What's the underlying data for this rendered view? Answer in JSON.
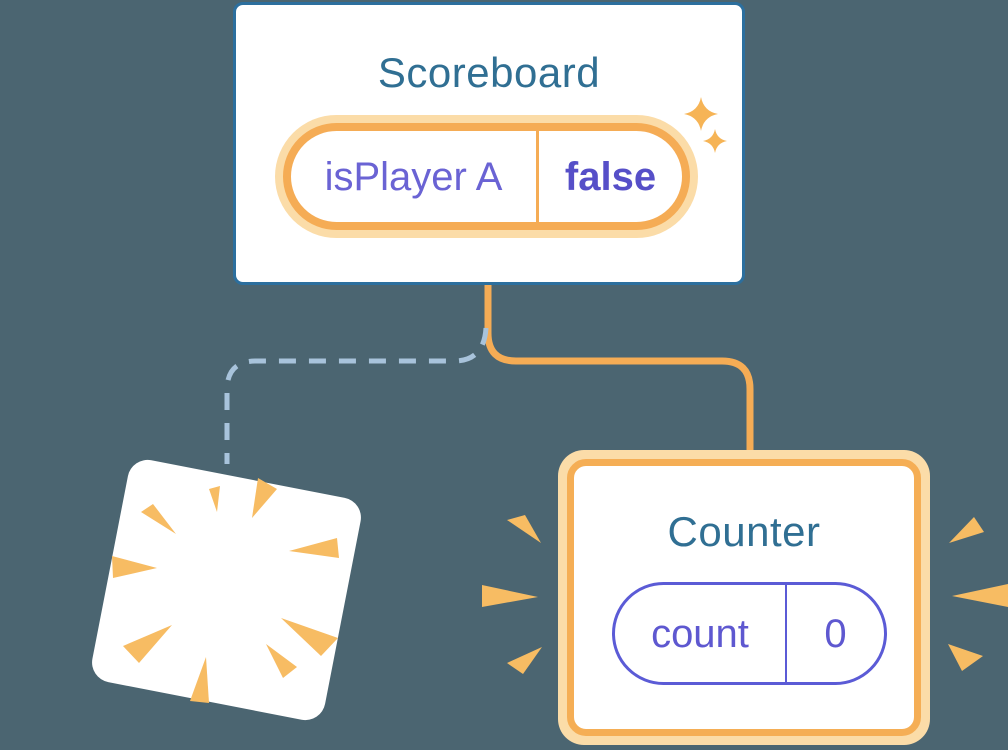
{
  "background_color": "#4B6571",
  "colors": {
    "node_border_blue": "#2C6F9E",
    "title_blue": "#306F93",
    "state_key_purple": "#6A63D4",
    "state_value_purple": "#564FC8",
    "counter_pill_purple": "#5B5BD6",
    "highlight_orange": "#F5AC55",
    "highlight_orange_light": "#FBDCA8",
    "ray_orange": "#F7BC63",
    "sparkle_orange": "#F6B456",
    "dashed_line_blue": "#A8C3DB",
    "card_white": "#FFFFFF"
  },
  "scoreboard_node": {
    "title": "Scoreboard",
    "state_pill": {
      "name": "isPlayer A",
      "value": "false"
    }
  },
  "counter_node": {
    "title": "Counter",
    "state_pill": {
      "name": "count",
      "value": "0"
    }
  },
  "icons": {
    "sparkles": "sparkle-icon",
    "poof": "poof-burst-icon",
    "emphasis_left": "emphasis-rays-left-icon",
    "emphasis_right": "emphasis-rays-right-icon",
    "solid_connector": "connector-solid-line",
    "dashed_connector": "connector-dashed-line",
    "removed_card": "removed-component-card"
  }
}
